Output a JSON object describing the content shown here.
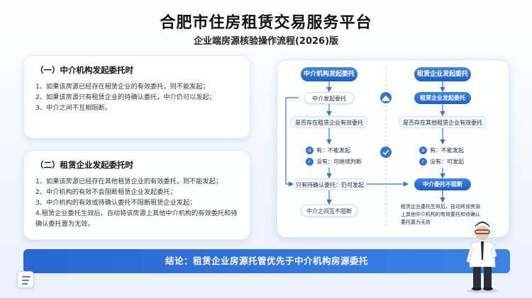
{
  "title": "合肥市住房租赁交易服务平台",
  "subtitle": "企业端房源核验操作流程(2026)版",
  "section1": {
    "heading": "（一）中介机构发起委托时",
    "items": [
      "1、如果该房源已经存在租赁企业的有效委托，则不能发起；",
      "2、如果该房源只有租赁企业的待确认委托，中介仍可以发起；",
      "3、中介之间不互相阻断。"
    ]
  },
  "section2": {
    "heading": "（二）租赁企业发起委托时",
    "items": [
      "1、如果该房源已经存在其他租赁企业的有效委托，则不能发起；",
      "2、中介机构的有效不会阻断租赁企业发起委托；",
      "3、中介机构的有效或待确认委托不阻断租赁企业发起；",
      "4.租赁企业委托生效后，自动将该房源上其他中介机构的有效委托和待确认委托置为无效。"
    ]
  },
  "flow": {
    "left": {
      "header": "中介机构发起委托",
      "start": "中介发起委托",
      "check": "是否存在租赁企业有效委托",
      "yes": "有：不能发起",
      "no": "没有：可继续判断",
      "pending": "只有待确认委托：仍可发起",
      "end": "中介之间互不阻断"
    },
    "right": {
      "header": "租赁企业发起委托",
      "start": "租赁企业发起委托",
      "check": "是否存在其他租赁企业有效委托",
      "yes": "有：不能发起",
      "no": "没有：可发起",
      "result": "中介委托不阻断",
      "note": "租赁企业委托生效后，自动将该房源上其他中介机构的有效委托和待确认委托置为无效"
    }
  },
  "conclusion": "结论：租赁企业房源托管优先于中介机构房源委托",
  "colors": {
    "primary": "#2866d4",
    "accent": "#3a82e6"
  }
}
